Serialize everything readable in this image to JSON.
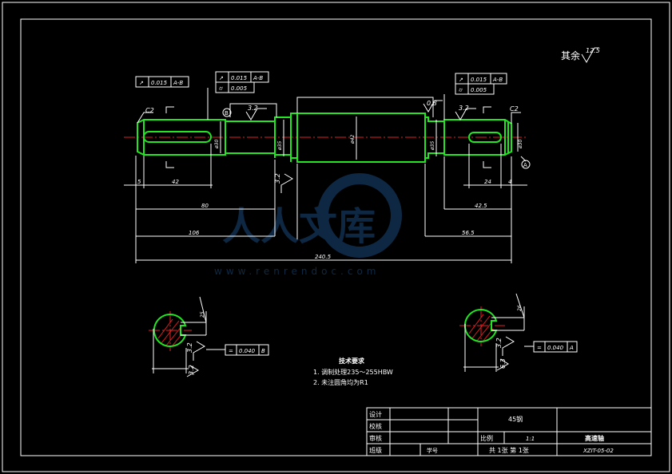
{
  "drawing": {
    "surface_label": "其余",
    "surface_roughness_default": "12.5",
    "watermark": {
      "brand": "人人文库",
      "url": "www.renrendoc.com"
    },
    "tolerance_frames": [
      {
        "symbol": "↗",
        "value": "0.015",
        "datum": "A-B"
      },
      {
        "symbol": "↗",
        "value": "0.015",
        "datum": "A-B"
      },
      {
        "symbol": "⌭",
        "value": "0.005",
        "datum": ""
      },
      {
        "symbol": "↗",
        "value": "0.015",
        "datum": "A-B"
      },
      {
        "symbol": "⌭",
        "value": "0.005",
        "datum": ""
      }
    ],
    "roughness": [
      "3.2",
      "3.2",
      "0.8",
      "3.2",
      "3.2",
      "3.2",
      "3.2",
      "6.3",
      "6.3"
    ],
    "chamfers": [
      "C2",
      "C2"
    ],
    "datums": [
      "B",
      "A"
    ],
    "diameters": [
      "ø30",
      "ø35",
      "ø42",
      "ø35",
      "ø30"
    ],
    "dimensions": {
      "d5": "5",
      "d42": "42",
      "d80": "80",
      "d106": "106",
      "d240_5": "240.5",
      "d24": "24",
      "d4": "4",
      "d42_5": "42.5",
      "d56_5": "56.5",
      "keyway_left_depth": "25",
      "keyway_right_depth": "26"
    },
    "section_frames": [
      {
        "symbol": "=",
        "value": "0.040",
        "datum": "B"
      },
      {
        "symbol": "=",
        "value": "0.040",
        "datum": "A"
      }
    ],
    "notes": {
      "title": "技术要求",
      "items": [
        "1. 调制处理235～255HBW",
        "2. 未注圆角均为R1"
      ]
    }
  },
  "title_block": {
    "labels": [
      "设计",
      "校核",
      "审核",
      "班级"
    ],
    "xuehao": "学号",
    "material": "45钢",
    "scale_label": "比例",
    "scale_value": "1:1",
    "part_name": "高速轴",
    "sheets": "共 1张 第 1张",
    "drawing_no": "XZIT-05-02"
  }
}
